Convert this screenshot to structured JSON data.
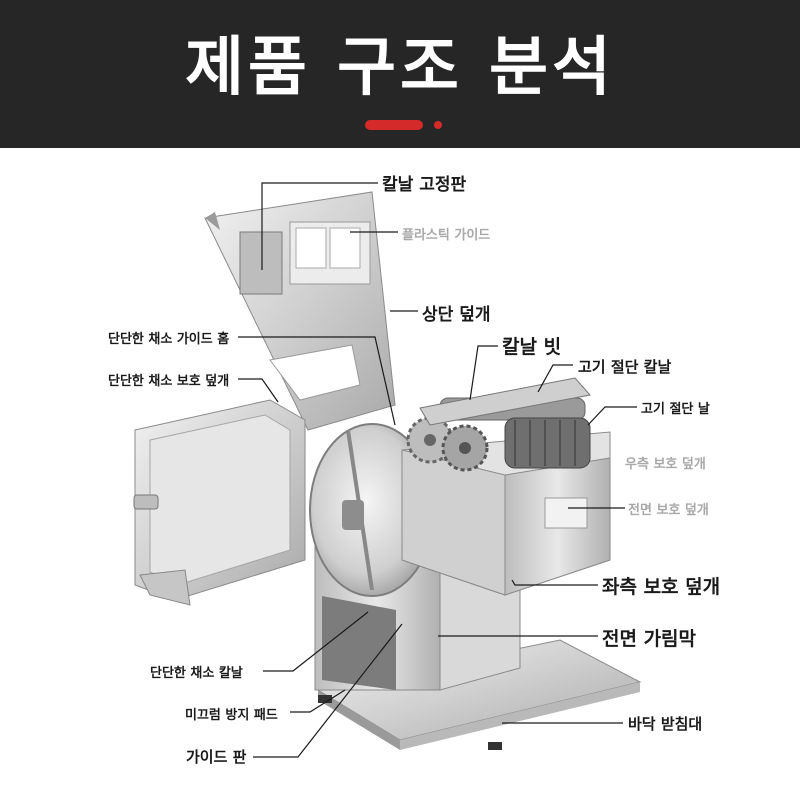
{
  "header": {
    "title": "제품 구조 분석"
  },
  "colors": {
    "header_bg": "#262626",
    "accent": "#d42a2a",
    "label_dark": "#1a1a1a",
    "label_grey": "#a8a8a8"
  },
  "labels": {
    "blade_fixing_plate": "칼날 고정판",
    "plastic_guide": "플라스틱 가이드",
    "top_cover": "상단 덮개",
    "hard_veg_guide_groove": "단단한 채소 가이드 홈",
    "hard_veg_protective_cover": "단단한 채소 보호 덮개",
    "blade_comb": "칼날 빗",
    "meat_cutting_blade": "고기 절단 칼날",
    "meat_cutting_edge": "고기 절단 날",
    "right_protective_cover": "우측 보호 덮개",
    "front_protective_cover": "전면 보호 덮개",
    "left_protective_cover": "좌측 보호 덮개",
    "front_shield": "전면 가림막",
    "hard_veg_blade": "단단한 채소 칼날",
    "anti_slip_pad": "미끄럼 방지 패드",
    "guide_plate": "가이드 판",
    "base_stand": "바닥 받침대"
  }
}
